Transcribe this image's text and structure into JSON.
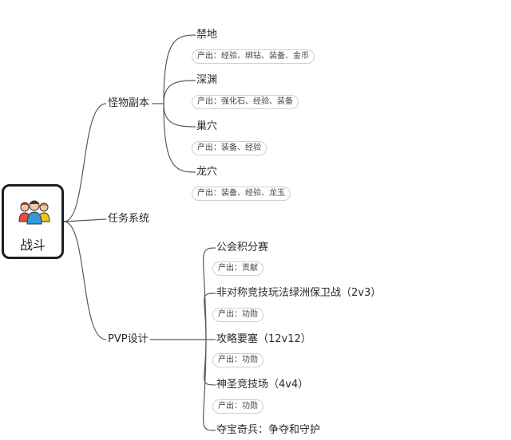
{
  "root": {
    "title": "战斗",
    "icon": "people-group-icon"
  },
  "branches": [
    {
      "label": "怪物副本",
      "children": [
        {
          "label": "禁地",
          "tag": "产出：经验、绑钻、装备、金币"
        },
        {
          "label": "深渊",
          "tag": "产出：强化石、经验、装备"
        },
        {
          "label": "巢穴",
          "tag": "产出：装备、经验"
        },
        {
          "label": "龙穴",
          "tag": "产出：装备、经验、龙玉"
        }
      ]
    },
    {
      "label": "任务系统",
      "children": []
    },
    {
      "label": "PVP设计",
      "children": [
        {
          "label": "公会积分赛",
          "tag": "产出：贡献"
        },
        {
          "label": "非对称竞技玩法绿洲保卫战（2v3）",
          "tag": "产出：功勋"
        },
        {
          "label": "攻略要塞（12v12）",
          "tag": "产出：功勋"
        },
        {
          "label": "神圣竞技场（4v4）",
          "tag": "产出：功勋"
        },
        {
          "label": "夺宝奇兵：争夺和守护"
        }
      ]
    }
  ],
  "colors": {
    "line": "#5a5a5a",
    "border": "#1f1f1f",
    "tag_border": "#cfcfcf"
  }
}
